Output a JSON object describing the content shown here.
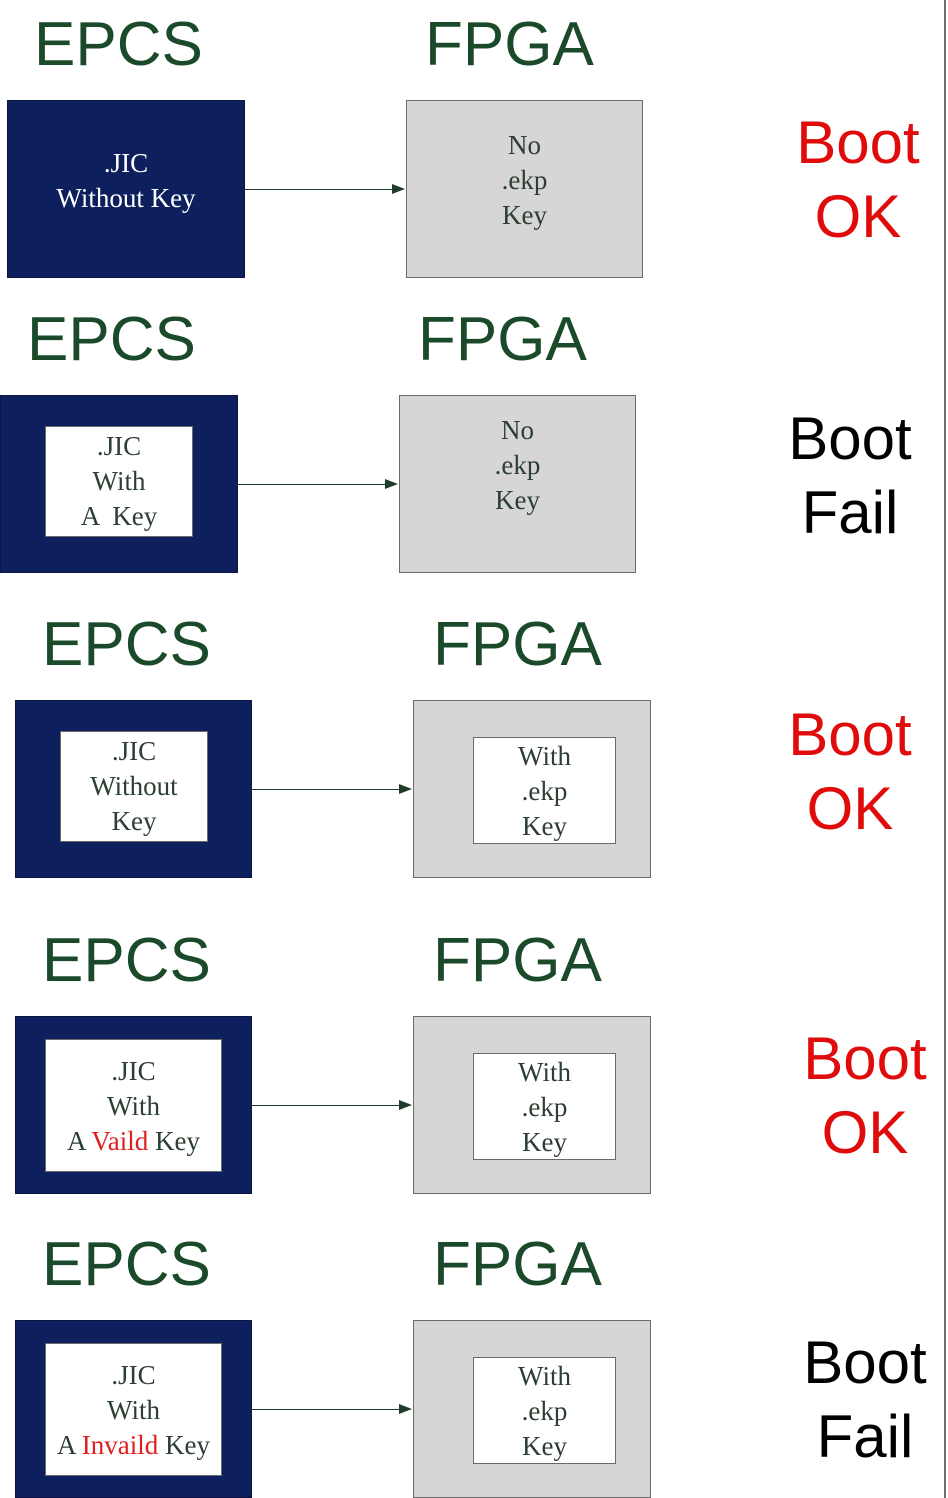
{
  "rows": [
    {
      "epcs_label": "EPCS",
      "fpga_label": "FPGA",
      "epcs_lines": [
        ".JIC",
        "Without Key"
      ],
      "fpga_lines": [
        "No",
        ".ekp",
        "Key"
      ],
      "result": [
        "Boot",
        "OK"
      ]
    },
    {
      "epcs_label": "EPCS",
      "fpga_label": "FPGA",
      "epcs_lines": [
        ".JIC",
        "With",
        "A  Key"
      ],
      "fpga_lines": [
        "No",
        ".ekp",
        "Key"
      ],
      "result": [
        "Boot",
        "Fail"
      ]
    },
    {
      "epcs_label": "EPCS",
      "fpga_label": "FPGA",
      "epcs_lines": [
        ".JIC",
        "Without",
        "Key"
      ],
      "fpga_lines": [
        "With",
        ".ekp",
        "Key"
      ],
      "result": [
        "Boot",
        "OK"
      ]
    },
    {
      "epcs_label": "EPCS",
      "fpga_label": "FPGA",
      "epcs_lines": [
        ".JIC",
        "With",
        "A Vaild Key"
      ],
      "epcs_key_parts": [
        "A ",
        "Vaild",
        " Key"
      ],
      "fpga_lines": [
        "With",
        ".ekp",
        "Key"
      ],
      "result": [
        "Boot",
        "OK"
      ]
    },
    {
      "epcs_label": "EPCS",
      "fpga_label": "FPGA",
      "epcs_lines": [
        ".JIC",
        "With",
        "A Invaild Key"
      ],
      "epcs_key_parts": [
        "A ",
        "Invaild",
        " Key"
      ],
      "fpga_lines": [
        "With",
        ".ekp",
        "Key"
      ],
      "result": [
        "Boot",
        "Fail"
      ]
    }
  ],
  "colors": {
    "label_green": "#1a4a2a",
    "epcs_navy": "#0d1f5c",
    "fpga_gray": "#d6d6d6",
    "ok_red": "#e00b0b",
    "fail_black": "#000000"
  }
}
